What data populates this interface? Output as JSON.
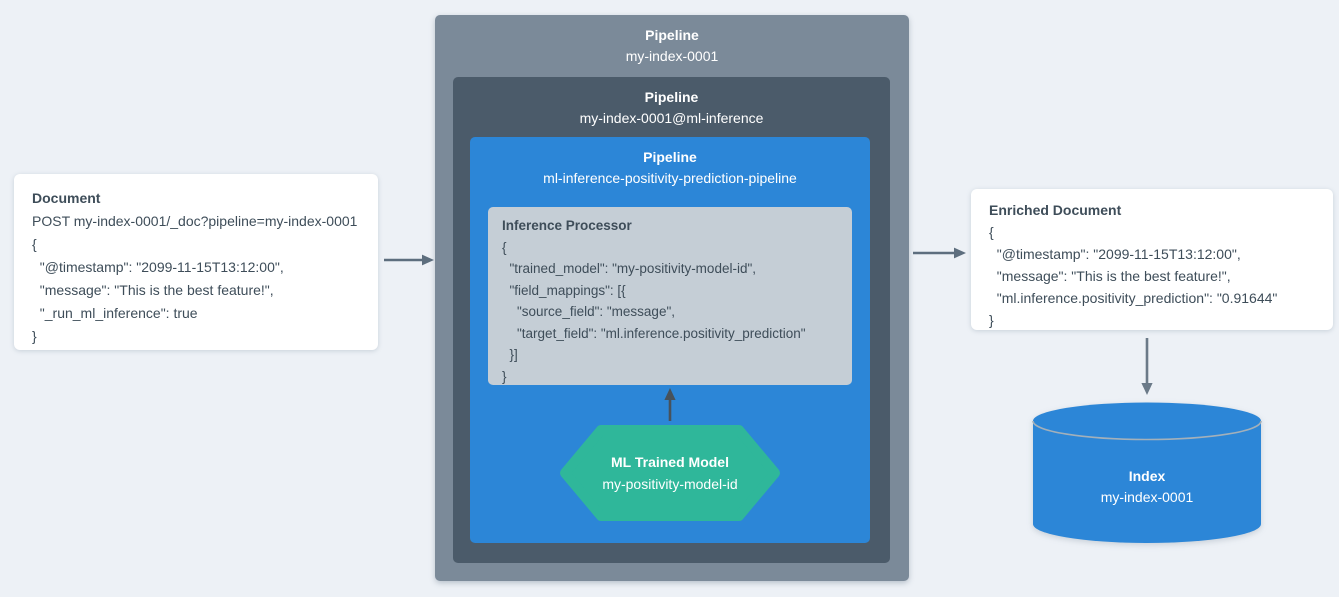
{
  "palette": {
    "background": "#edf1f6",
    "card_background": "#ffffff",
    "card_text": "#3e4d59",
    "pipeline_outer": "#7b8a99",
    "pipeline_mid": "#4b5b6a",
    "pipeline_inner_blue": "#2c86d7",
    "processor_background": "#c5ced6",
    "model_hexagon_green": "#2fb79a",
    "index_cylinder_blue": "#2c86d7",
    "arrow_gray": "#5d6e7e",
    "arrow_dark": "#47525b",
    "arrow_down_gray": "#6b7a88",
    "white_text": "#ffffff"
  },
  "document_card": {
    "title": "Document",
    "lines": [
      "POST my-index-0001/_doc?pipeline=my-index-0001",
      "{",
      "  \"@timestamp\": \"2099-11-15T13:12:00\",",
      "  \"message\": \"This is the best feature!\",",
      "  \"_run_ml_inference\": true",
      "}"
    ]
  },
  "pipeline_outer": {
    "label": "Pipeline",
    "name": "my-index-0001"
  },
  "pipeline_mid": {
    "label": "Pipeline",
    "name": "my-index-0001@ml-inference"
  },
  "pipeline_inner": {
    "label": "Pipeline",
    "name": "ml-inference-positivity-prediction-pipeline"
  },
  "inference_processor": {
    "title": "Inference Processor",
    "lines": [
      "{",
      "  \"trained_model\": \"my-positivity-model-id\",",
      "  \"field_mappings\": [{",
      "    \"source_field\": \"message\",",
      "    \"target_field\": \"ml.inference.positivity_prediction\"",
      "  }]",
      "}"
    ]
  },
  "ml_model": {
    "title": "ML Trained Model",
    "name": "my-positivity-model-id"
  },
  "enriched_card": {
    "title": "Enriched Document",
    "lines": [
      "{",
      "  \"@timestamp\": \"2099-11-15T13:12:00\",",
      "  \"message\": \"This is the best feature!\",",
      "  \"ml.inference.positivity_prediction\": \"0.91644\"",
      "}"
    ]
  },
  "index_cylinder": {
    "title": "Index",
    "name": "my-index-0001"
  }
}
